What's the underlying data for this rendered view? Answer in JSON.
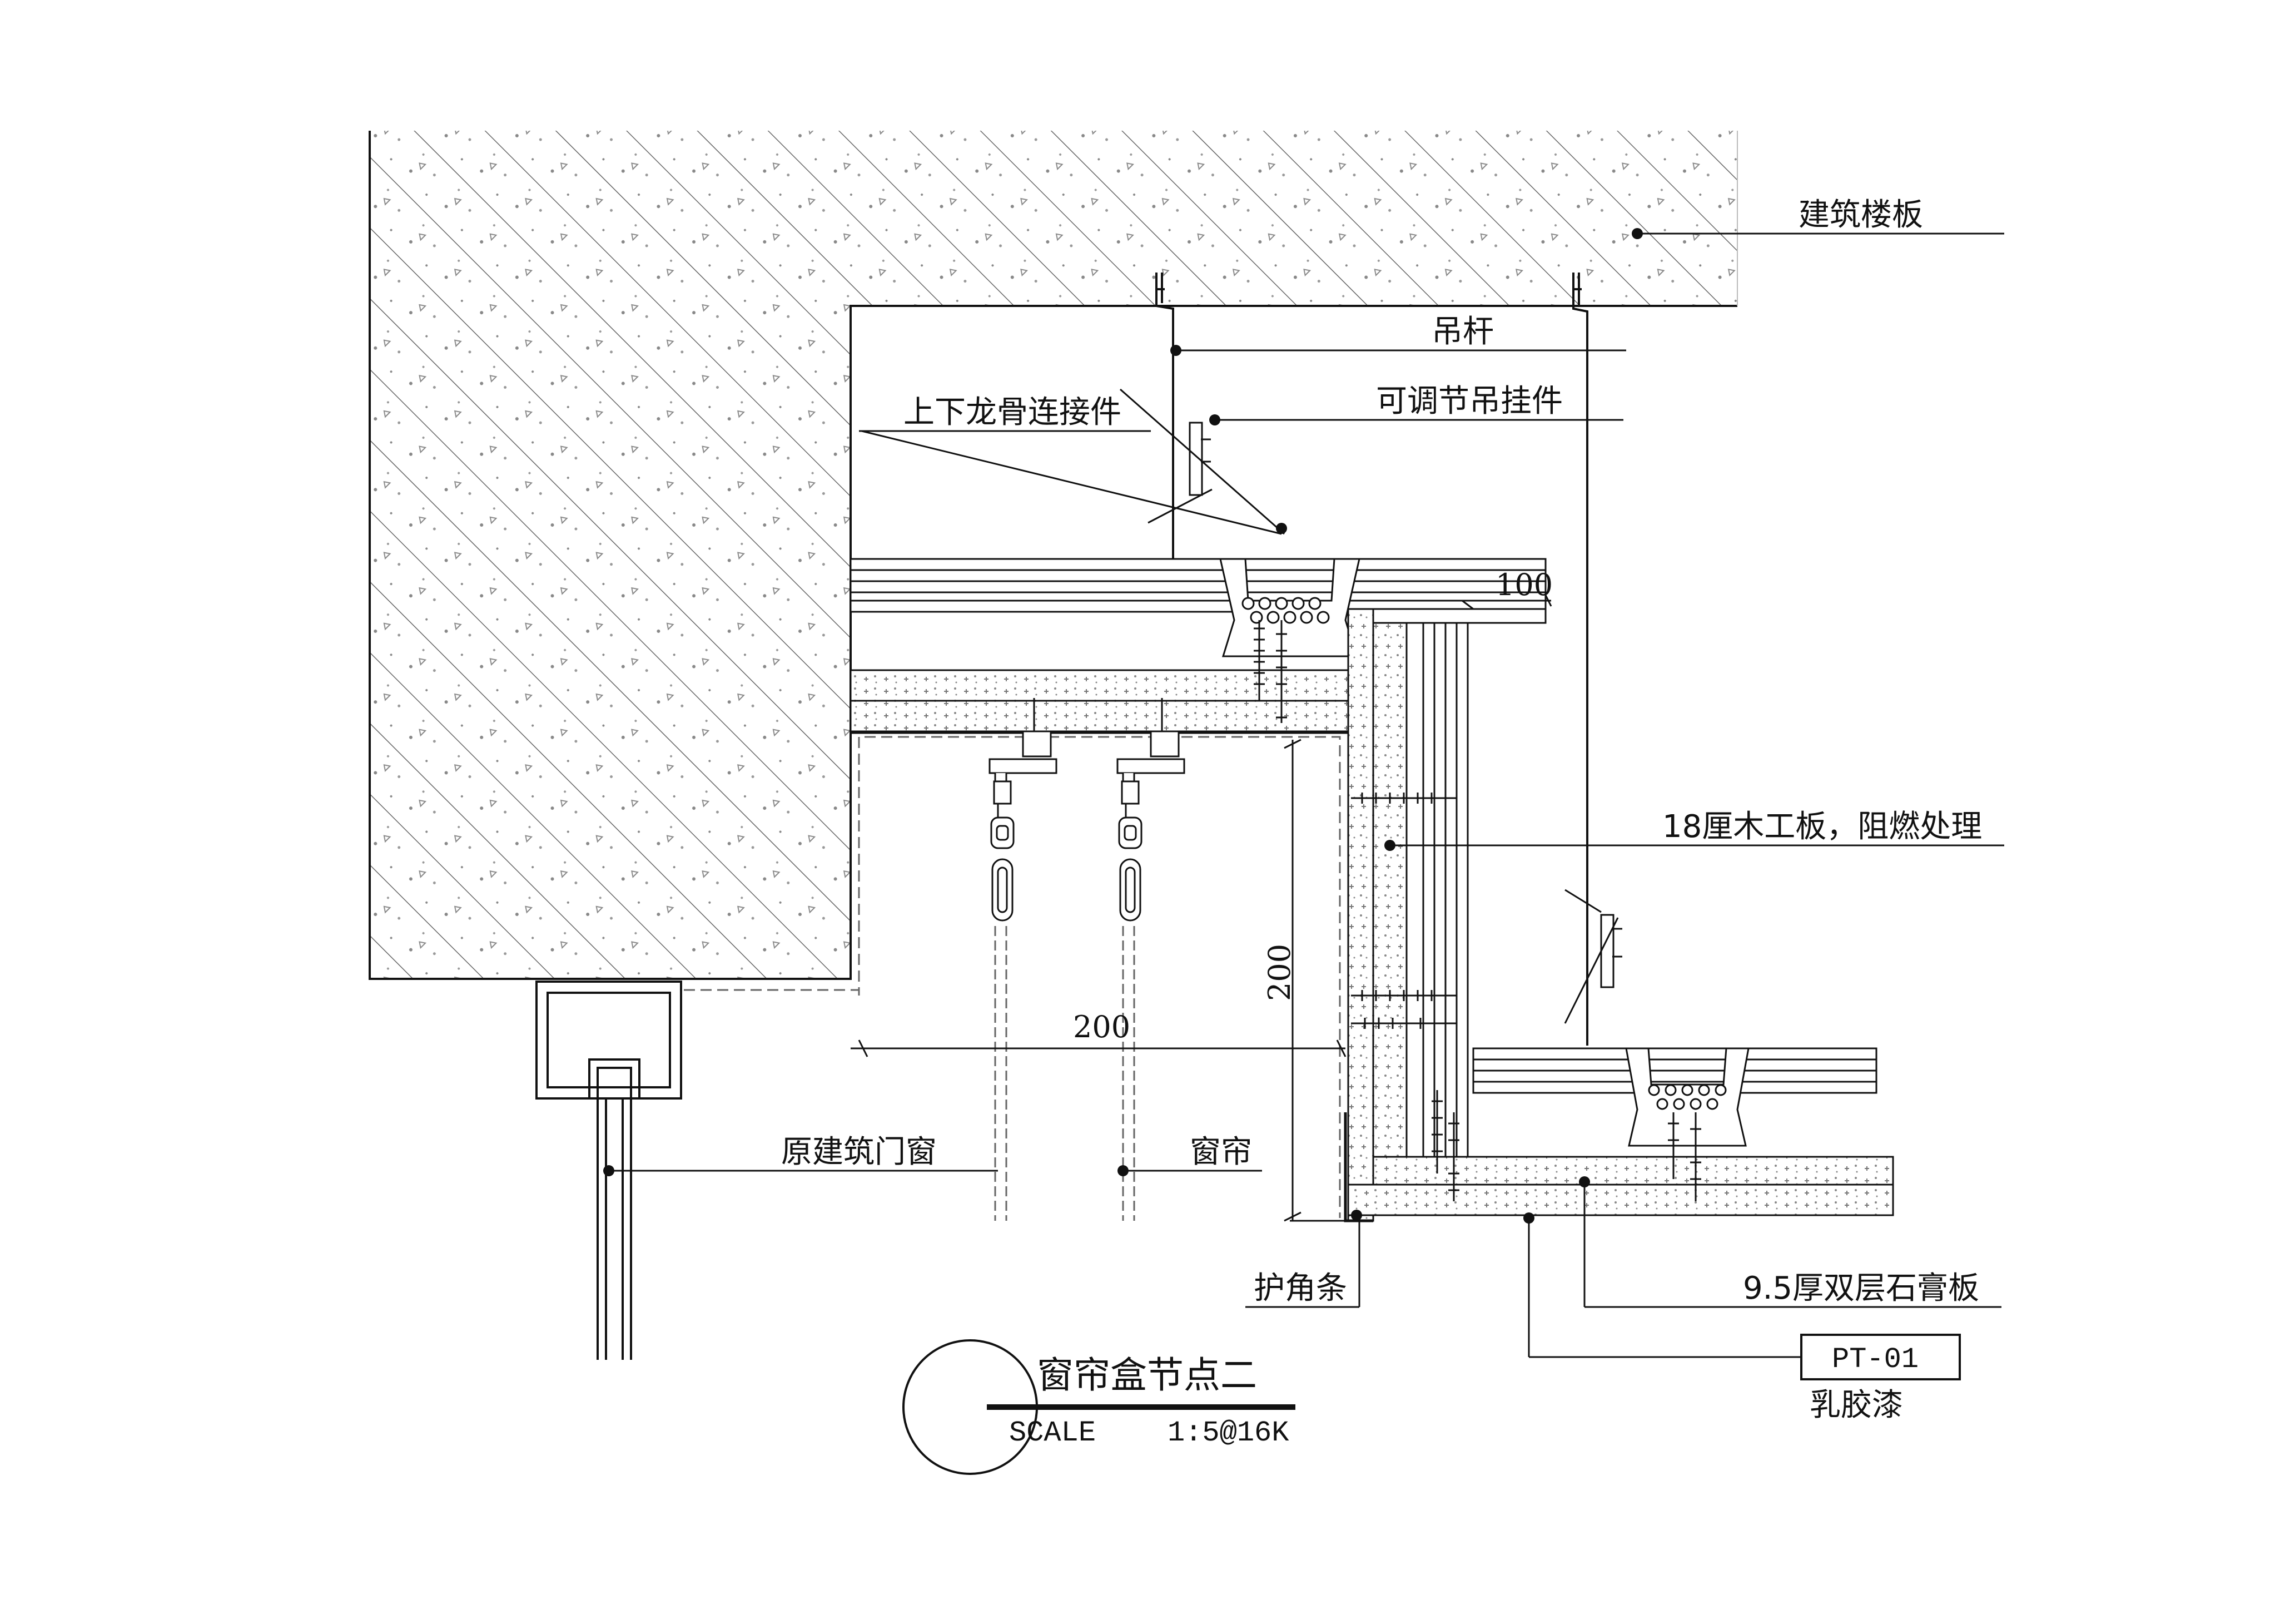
{
  "drawing": {
    "title": "窗帘盒节点二",
    "scale_label": "SCALE",
    "scale_value": "1:5@16K"
  },
  "labels": {
    "floor_slab": "建筑楼板",
    "hanger_rod": "吊杆",
    "adjustable_hanger": "可调节吊挂件",
    "keel_connector": "上下龙骨连接件",
    "plywood": "18厘木工板，阻燃处理",
    "original_window": "原建筑门窗",
    "curtain": "窗帘",
    "corner_bead": "护角条",
    "gypsum_board": "9.5厚双层石膏板",
    "paint_code": "PT-01",
    "paint_name": "乳胶漆"
  },
  "dimensions": {
    "depth": "200",
    "height": "200",
    "offset": "100"
  },
  "colors": {
    "line": "#111111",
    "hatch": "#777777",
    "dashed": "#666666"
  }
}
